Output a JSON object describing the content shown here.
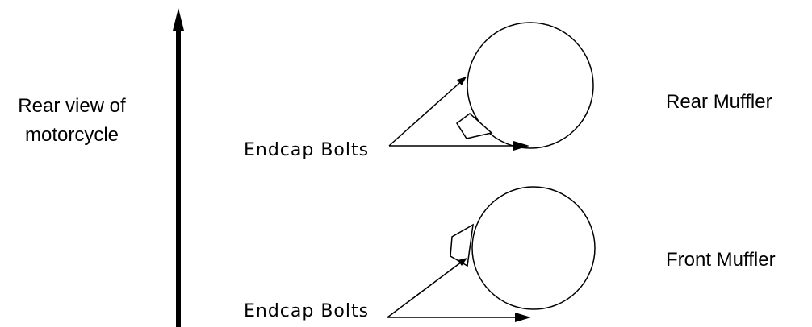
{
  "side_label": {
    "line1": "Rear view of",
    "line2": "motorcycle"
  },
  "rear_muffler": {
    "label": "Rear Muffler",
    "bolts_label": "Endcap Bolts"
  },
  "front_muffler": {
    "label": "Front Muffler",
    "bolts_label": "Endcap Bolts"
  },
  "colors": {
    "ink": "#000000",
    "background": "#ffffff"
  }
}
